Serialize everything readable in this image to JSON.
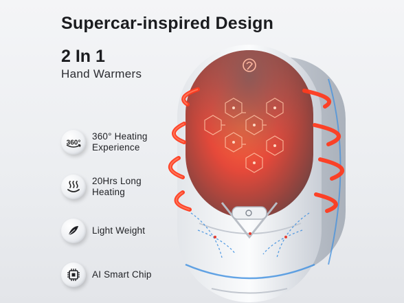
{
  "headline": "Supercar-inspired Design",
  "product": {
    "title": "2 In 1",
    "subtitle": "Hand Warmers"
  },
  "features": [
    {
      "icon": "360-rotation-icon",
      "lines": [
        "360° Heating",
        "Experience"
      ]
    },
    {
      "icon": "heat-waves-icon",
      "lines": [
        "20Hrs Long",
        "Heating"
      ]
    },
    {
      "icon": "feather-icon",
      "lines": [
        "Light Weight"
      ]
    },
    {
      "icon": "chip-icon",
      "lines": [
        "AI Smart Chip"
      ]
    }
  ],
  "icon_text": {
    "rotation": "360°"
  },
  "colors": {
    "glow": "#ff3b1f",
    "heat_panel": "#c64a45",
    "body": "#f2f4f7",
    "accent_blue": "#3d8fe0"
  }
}
